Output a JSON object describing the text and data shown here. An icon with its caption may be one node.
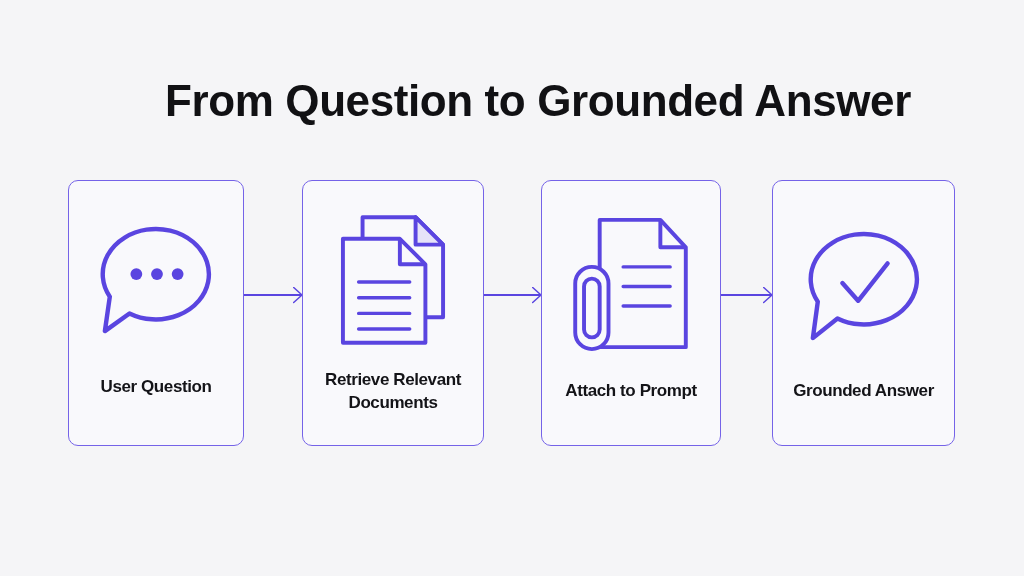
{
  "diagram": {
    "title": "From Question to Grounded Answer",
    "nodes": [
      {
        "text": [
          "User Question"
        ]
      },
      {
        "text": [
          "Retrieve Relevant Documents"
        ]
      },
      {
        "text": [
          "Attach to Prompt"
        ]
      },
      {
        "text": [
          "Grounded Answer"
        ]
      }
    ],
    "edges": [
      {
        "from": 0,
        "to": 1,
        "arrow": "to"
      },
      {
        "from": 1,
        "to": 2,
        "arrow": "to"
      },
      {
        "from": 2,
        "to": 3,
        "arrow": "to"
      }
    ]
  }
}
